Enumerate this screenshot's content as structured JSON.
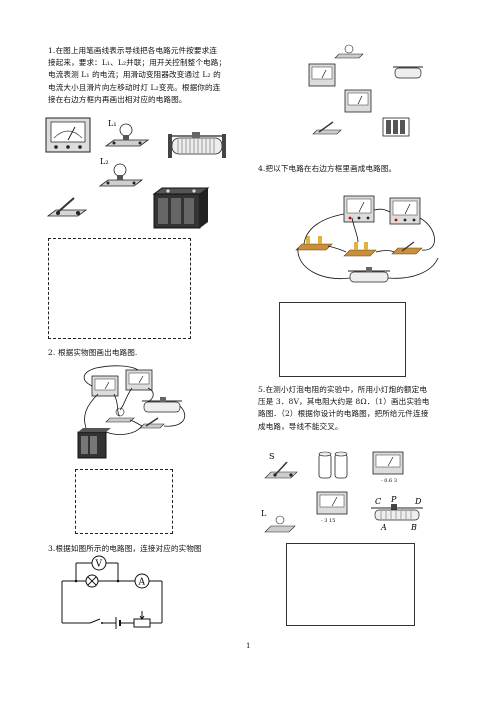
{
  "q1": {
    "lines": [
      "1.在图上用笔画线表示导线把各电路元件按要求连",
      "接起来，要求：L₁、L₂并联；用开关控制整个电路；",
      "电流表测 L₁ 的电流；用滑动变阻器改变通过 L₂ 的",
      "电流大小且滑片向左移动时灯 L₂变亮。根据你的连",
      "接在右边方框内再画出相对应的电路图。"
    ],
    "label_l1": "L₁",
    "label_l2": "L₂"
  },
  "q2": {
    "title": "2. 根据实物图画出电路图."
  },
  "q3": {
    "title": "3.根据如图所示的电路图，连接对应的实物图",
    "voltmeter_symbol": "V",
    "ammeter_symbol": "A"
  },
  "q4": {
    "title": "4.把以下电路在右边方框里画成电路图。"
  },
  "q5": {
    "lines": [
      "5.在测小灯泡电阻的实验中，所用小灯炮的额定电",
      "压是 3．8V，其电阻大约是 8Ω．（1）画出实验电",
      "路图．（2）根据你设计的电路图，把所给元件连接",
      "成电路，导线不能交叉。"
    ],
    "label_s": "S",
    "label_l": "L",
    "ammeter_scale": "- 0.6 3",
    "voltmeter_scale": "- 3 15",
    "label_c": "C",
    "label_p": "P",
    "label_d": "D",
    "label_a": "A",
    "label_b": "B"
  },
  "page_number": "1"
}
